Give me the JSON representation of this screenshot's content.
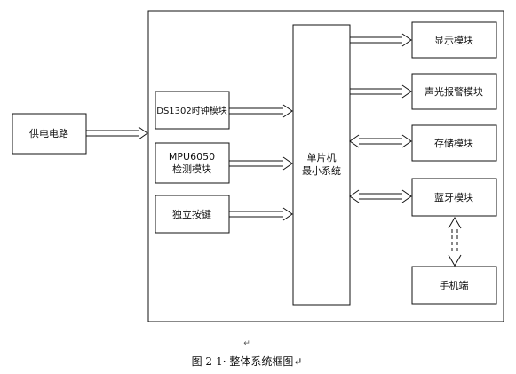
{
  "diagram": {
    "power_supply": "供电电路",
    "ds1302_clock": "DS1302时钟模块",
    "mpu6050_line1": "MPU6050",
    "mpu6050_line2": "检测模块",
    "buttons": "独立按键",
    "mcu_line1": "单片机",
    "mcu_line2": "最小系统",
    "display": "显示模块",
    "sound_light_alarm": "声光报警模块",
    "storage": "存储模块",
    "bluetooth": "蓝牙模块",
    "phone": "手机端"
  },
  "caption": {
    "mark": "↵",
    "text": "图 2-1· 整体系统框图↵"
  }
}
